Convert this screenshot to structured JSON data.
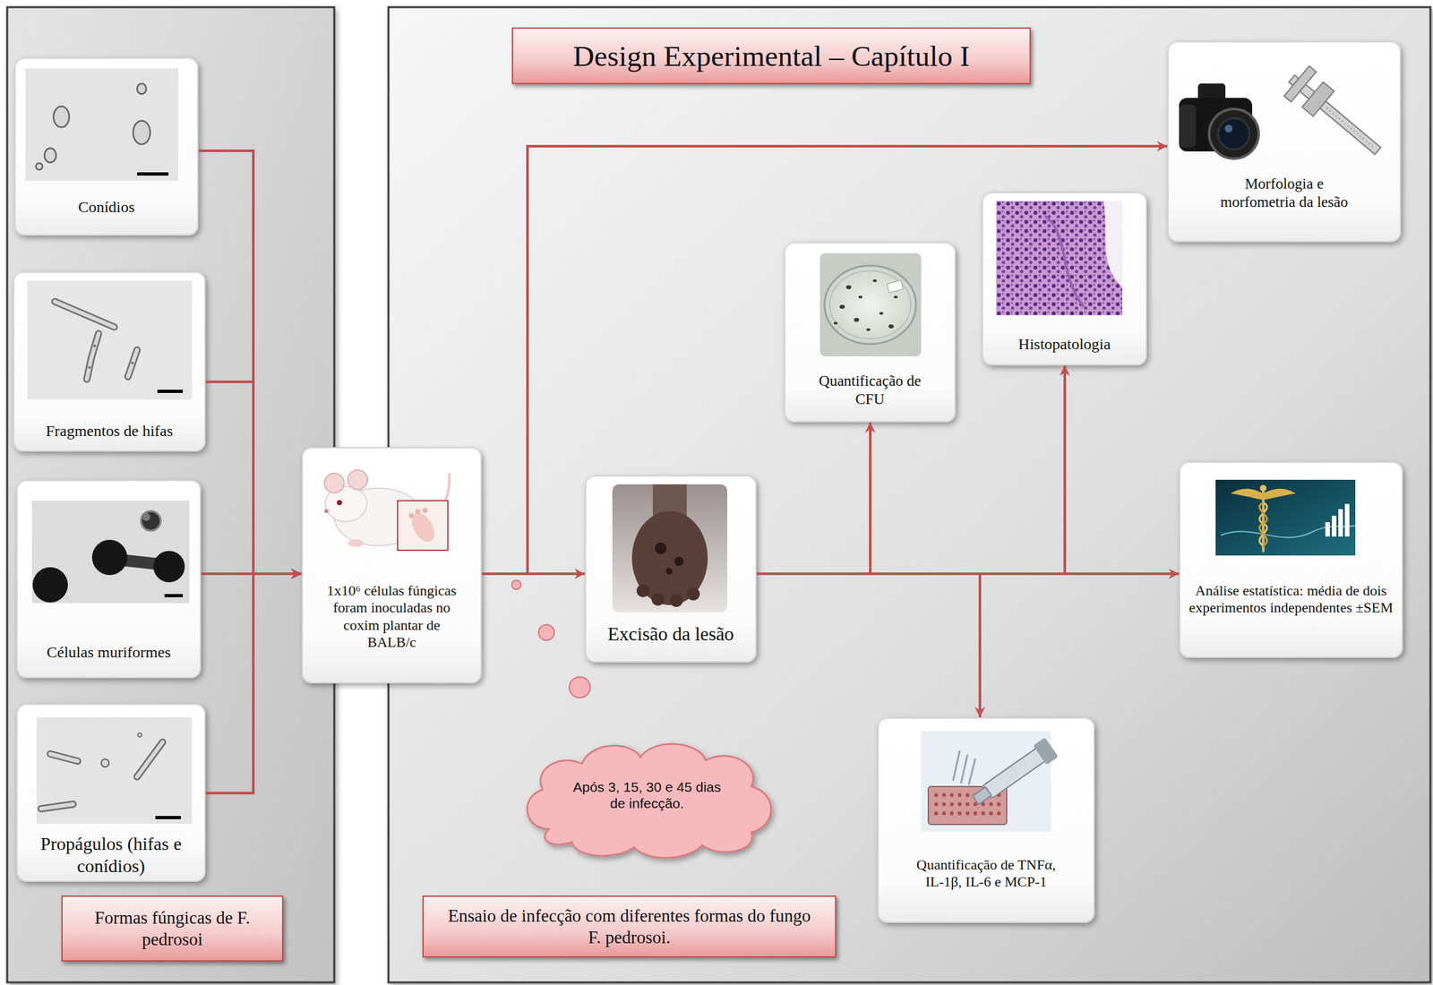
{
  "diagram": {
    "title": "Design Experimental – Capítulo I",
    "nodes": [
      {
        "text": [
          "Conídios"
        ]
      },
      {
        "text": [
          "Fragmentos de hifas"
        ]
      },
      {
        "text": [
          "Células muriformes"
        ]
      },
      {
        "text": [
          "Propágulos (hifas e conídios)"
        ]
      },
      {
        "text": [
          "Formas fúngicas de F. pedrosoi"
        ]
      },
      {
        "text": [
          "1x10⁶ células fúngicas foram inoculadas no coxim plantar de BALB/c"
        ]
      },
      {
        "text": [
          "Excisão da lesão"
        ]
      },
      {
        "text": [
          "Quantificação de CFU"
        ]
      },
      {
        "text": [
          "Histopatologia"
        ]
      },
      {
        "text": [
          "Morfologia e morfometria da lesão"
        ]
      },
      {
        "text": [
          "Análise estatística: média de dois experimentos independentes ±SEM"
        ]
      },
      {
        "text": [
          "Após 3, 15, 30 e 45 dias de infecção."
        ]
      },
      {
        "text": [
          "Quantificação de TNFα, IL-1β, IL-6 e MCP-1"
        ]
      },
      {
        "text": [
          "Ensaio de infecção com diferentes formas do fungo F. pedrosoi."
        ]
      }
    ],
    "edges": [
      {
        "from": 0,
        "to": 5,
        "arrow": "to"
      },
      {
        "from": 1,
        "to": 5,
        "arrow": "to"
      },
      {
        "from": 2,
        "to": 5,
        "arrow": "to"
      },
      {
        "from": 3,
        "to": 5,
        "arrow": "to"
      },
      {
        "from": 5,
        "to": 6,
        "arrow": "to"
      },
      {
        "from": 5,
        "to": 9,
        "arrow": "to"
      },
      {
        "from": 6,
        "to": 7,
        "arrow": "to"
      },
      {
        "from": 6,
        "to": 8,
        "arrow": "to"
      },
      {
        "from": 6,
        "to": 10,
        "arrow": "to"
      },
      {
        "from": 6,
        "to": 12,
        "arrow": "to"
      }
    ]
  }
}
